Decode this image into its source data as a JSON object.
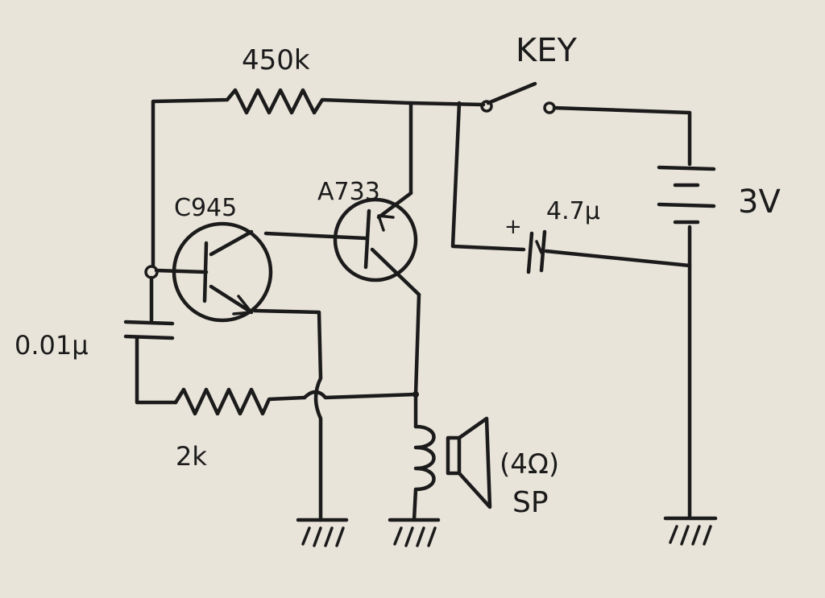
{
  "labels": {
    "r1": "450k",
    "key": "KEY",
    "q1": "C945",
    "q2": "A733",
    "c_timing": "0.01µ",
    "c_electrolytic": "4.7µ",
    "c_polarity": "+",
    "battery": "3V",
    "r2": "2k",
    "speaker_impedance": "(4Ω)",
    "speaker": "SP"
  },
  "colors": {
    "paper": "#e9e4da",
    "ink": "#1b1b1b"
  }
}
